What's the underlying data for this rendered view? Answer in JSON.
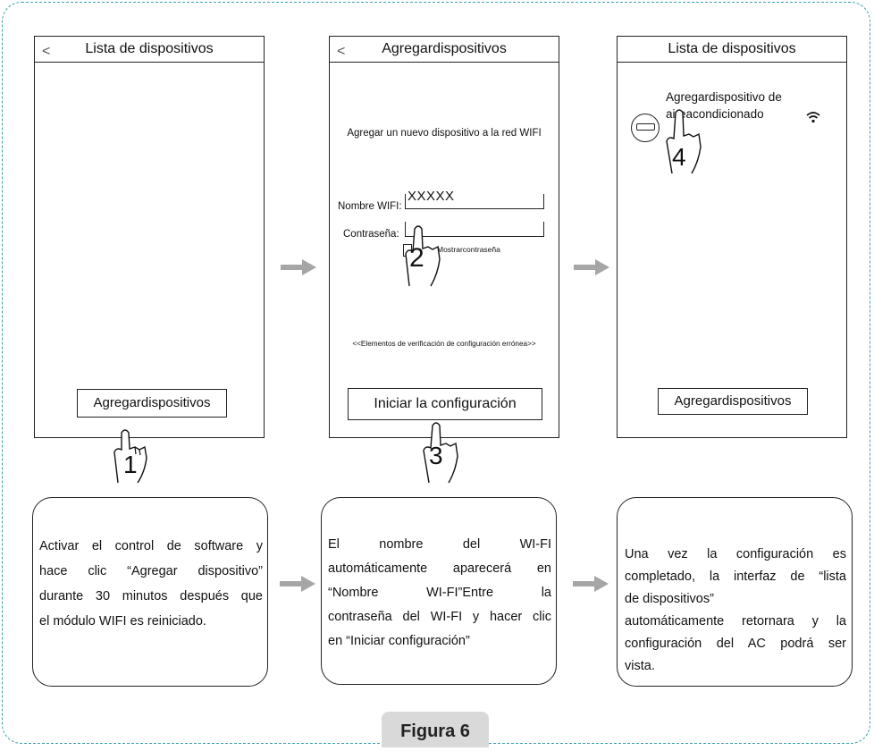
{
  "screens": [
    {
      "title": "Lista de dispositivos",
      "has_back": true,
      "button_label": "Agregardispositivos"
    },
    {
      "title": "Agregardispositivos",
      "has_back": true,
      "heading": "Agregar un nuevo dispositivo a la red WIFI",
      "wifi_label": "Nombre WIFI:",
      "wifi_value": "XXXXX",
      "password_label": "Contraseña:",
      "password_value": "",
      "show_password_label": "Mostrarcontraseña",
      "error_link": "<<Elementos de verificación de configuración errónea>>",
      "button_label": "Iniciar la configuración"
    },
    {
      "title": "Lista de dispositivos",
      "has_back": false,
      "device_name_line1": "Agregardispositivo de",
      "device_name_line2": "aireacondicionado",
      "button_label": "Agregardispositivos"
    }
  ],
  "steps": [
    "1",
    "2",
    "3",
    "4"
  ],
  "descriptions": [
    [
      "Activar el control de software y",
      "hace clic “Agregar dispositivo”",
      "durante 30 minutos después que",
      "el módulo WIFI es reiniciado."
    ],
    [
      "El nombre del WI-FI",
      "automáticamente aparecerá en",
      "“Nombre WI-FI”Entre la",
      "contraseña del WI-FI y hacer clic",
      "en “Iniciar configuración”"
    ],
    [
      "Una vez la configuración es",
      "completado, la interfaz de “lista",
      "de dispositivos”",
      "automáticamente retornara y la",
      "configuración del AC podrá ser",
      "vista."
    ]
  ],
  "figure_label": "Figura 6",
  "colors": {
    "frame": "#3aa0a8",
    "arrow": "#a6a6a6",
    "figure_tab": "#d9d9d9"
  }
}
